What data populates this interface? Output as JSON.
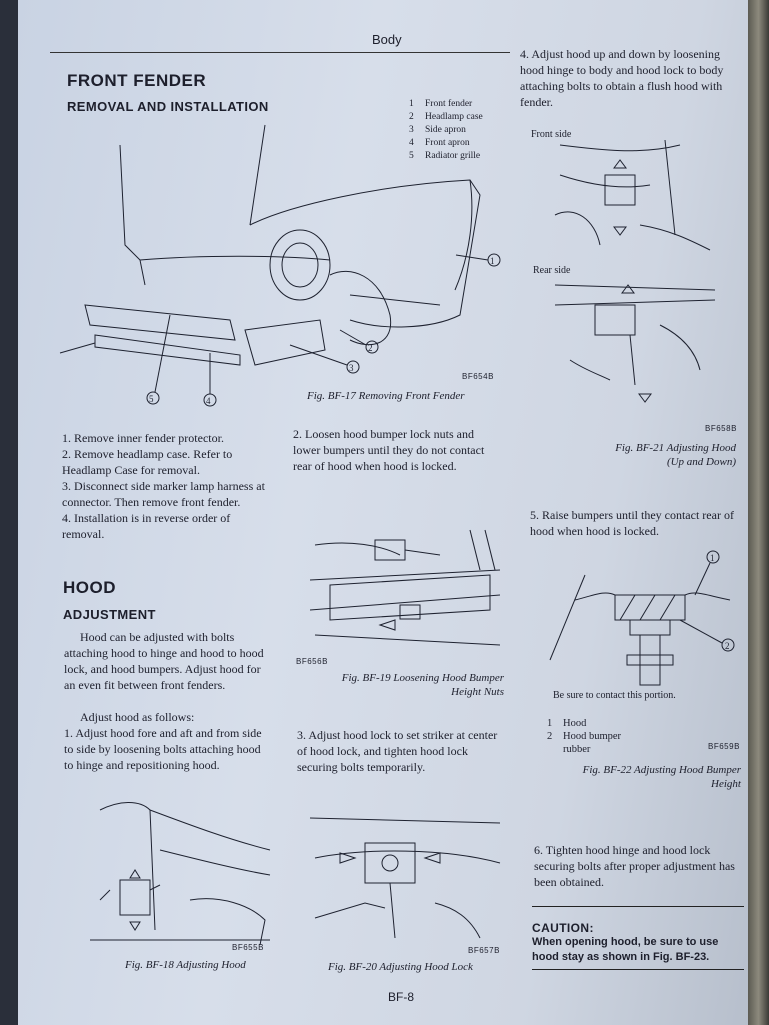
{
  "header": "Body",
  "page_number": "BF-8",
  "front_fender": {
    "title": "FRONT FENDER",
    "subtitle": "REMOVAL AND INSTALLATION",
    "legend": [
      {
        "num": "1",
        "label": "Front fender"
      },
      {
        "num": "2",
        "label": "Headlamp case"
      },
      {
        "num": "3",
        "label": "Side apron"
      },
      {
        "num": "4",
        "label": "Front apron"
      },
      {
        "num": "5",
        "label": "Radiator grille"
      }
    ],
    "fig_code": "BF654B",
    "fig_caption": "Fig. BF-17  Removing Front Fender",
    "steps_left": [
      "1.  Remove inner fender protector.",
      "2.  Remove headlamp case. Refer to Headlamp Case for removal.",
      "3.  Disconnect side marker lamp harness at connector. Then remove front fender.",
      "4.  Installation is in reverse order of removal."
    ],
    "step_mid": "2.  Loosen hood bumper lock nuts and lower bumpers until they do not contact rear of hood when hood is locked."
  },
  "hood": {
    "title": "HOOD",
    "subtitle": "ADJUSTMENT",
    "intro": "Hood can be adjusted with bolts attaching hood to hinge and hood to hood lock, and hood bumpers. Adjust hood for an even fit between front fenders.",
    "intro2": "Adjust hood as follows:",
    "step1": "1.  Adjust hood fore and aft and from side to side by loosening bolts attaching hood to hinge and repositioning hood.",
    "step3": "3.  Adjust hood lock to set striker at center of hood lock, and tighten hood lock securing bolts temporarily.",
    "step4": "4.  Adjust hood up and down by loosening hood hinge to body and hood lock to body attaching bolts to obtain a flush hood with fender.",
    "step5": "5.  Raise bumpers until they contact rear of hood when hood is locked.",
    "step6": "6.  Tighten hood hinge and hood lock securing bolts after proper adjustment has been obtained."
  },
  "figures": {
    "bf18": {
      "code": "BF655B",
      "caption": "Fig. BF-18  Adjusting Hood"
    },
    "bf19": {
      "code": "BF656B",
      "caption1": "Fig. BF-19  Loosening Hood Bumper",
      "caption2": "Height Nuts"
    },
    "bf20": {
      "code": "BF657B",
      "caption": "Fig. BF-20  Adjusting Hood Lock"
    },
    "bf21": {
      "code": "BF658B",
      "caption1": "Fig. BF-21  Adjusting Hood",
      "caption2": "(Up and Down)",
      "label_front": "Front side",
      "label_rear": "Rear side"
    },
    "bf22": {
      "code": "BF659B",
      "caption1": "Fig. BF-22  Adjusting Hood Bumper",
      "caption2": "Height",
      "note": "Be sure to contact this portion.",
      "legend": [
        {
          "num": "1",
          "label": "Hood"
        },
        {
          "num": "2",
          "label": "Hood bumper"
        },
        {
          "num": "",
          "label": "rubber"
        }
      ]
    }
  },
  "caution": {
    "title": "CAUTION:",
    "text": "When opening hood, be sure to use hood stay as shown in Fig. BF-23."
  }
}
